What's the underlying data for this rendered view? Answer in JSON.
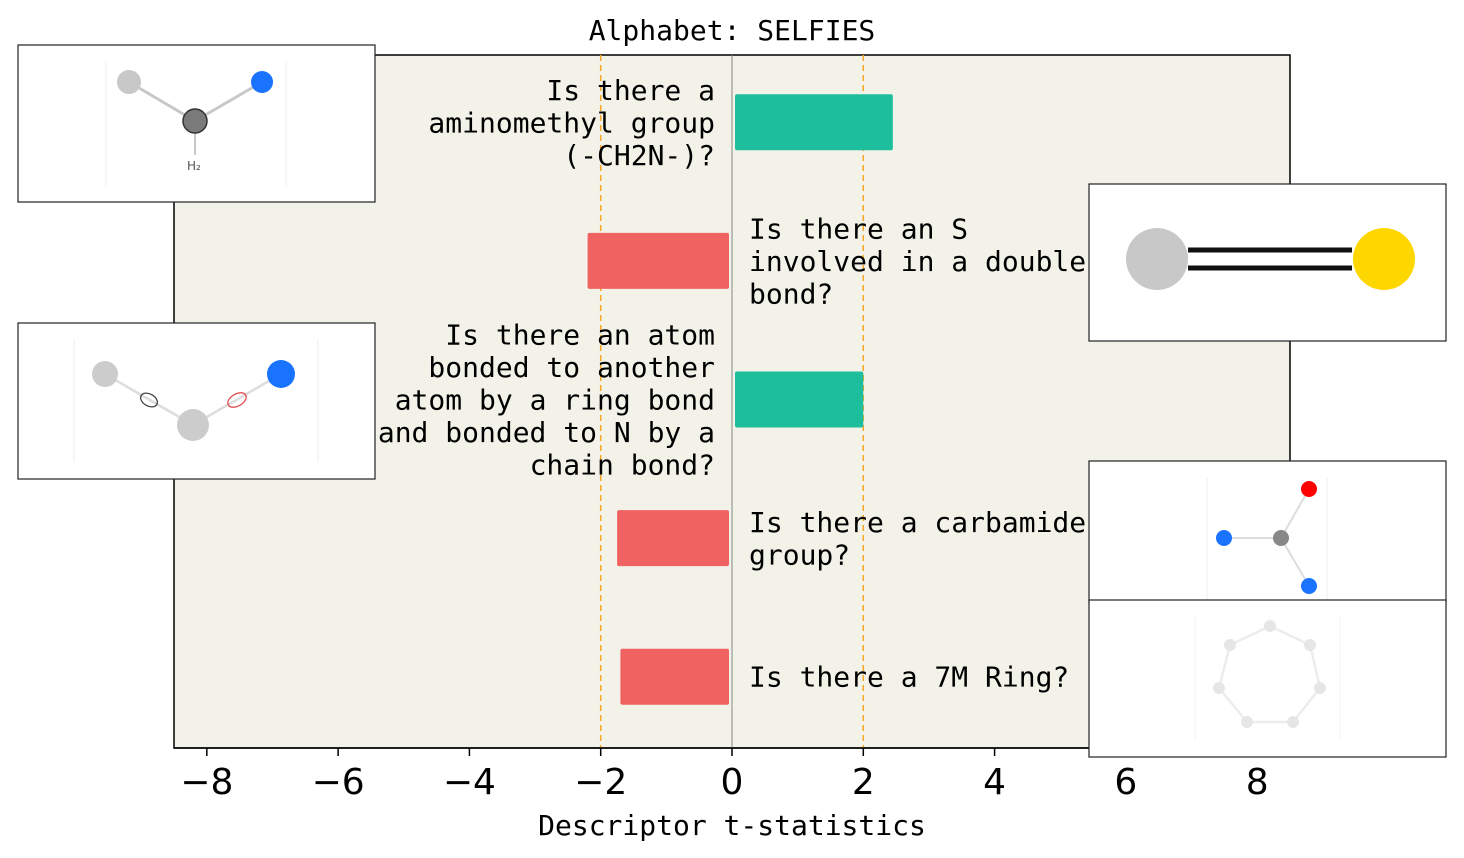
{
  "chart_data": {
    "type": "bar",
    "orientation": "horizontal",
    "title": "Alphabet: SELFIES",
    "xlabel": "Descriptor t-statistics",
    "xlim": [
      -8.5,
      8.5
    ],
    "xticks": [
      -8,
      -6,
      -4,
      -2,
      0,
      2,
      4,
      6,
      8
    ],
    "xtick_labels": [
      "−8",
      "−6",
      "−4",
      "−2",
      "0",
      "2",
      "4",
      "6",
      "8"
    ],
    "threshold_lines": [
      -2,
      2
    ],
    "categories": [
      {
        "label_lines": [
          "Is there a",
          "aminomethyl group",
          "(-CH2N-)?"
        ],
        "value": 2.45,
        "side": "left"
      },
      {
        "label_lines": [
          "Is there an S",
          "involved in a double",
          "bond?"
        ],
        "value": -2.2,
        "side": "right"
      },
      {
        "label_lines": [
          "Is there an atom",
          "bonded to another",
          "atom by a ring bond",
          "and bonded to N by a",
          "chain bond?"
        ],
        "value": 2.0,
        "side": "left"
      },
      {
        "label_lines": [
          "Is there a carbamide",
          "group?"
        ],
        "value": -1.75,
        "side": "right"
      },
      {
        "label_lines": [
          "Is there a 7M Ring?"
        ],
        "value": -1.7,
        "side": "right"
      }
    ],
    "colors": {
      "positive": "#1dbe9b",
      "negative": "#f06262",
      "plot_background": "#f2f2e8",
      "threshold": "#f5a623",
      "zero_line": "#888888"
    },
    "molecule_insets": [
      {
        "name": "aminomethyl-molecule",
        "atoms_note": "gray-carbon dark-carbon blue-nitrogen H2"
      },
      {
        "name": "ring-bond-molecule",
        "atoms_note": "gray atoms blue nitrogen"
      },
      {
        "name": "carbon-sulfur-double-bond-molecule",
        "atoms_note": "gray carbon yellow sulfur"
      },
      {
        "name": "carbamide-molecule",
        "atoms_note": "gray carbon red oxygen blue nitrogens"
      },
      {
        "name": "seven-membered-ring-molecule",
        "atoms_note": "faint gray ring of seven atoms"
      }
    ],
    "inset_text": {
      "h2": "H₂"
    }
  }
}
